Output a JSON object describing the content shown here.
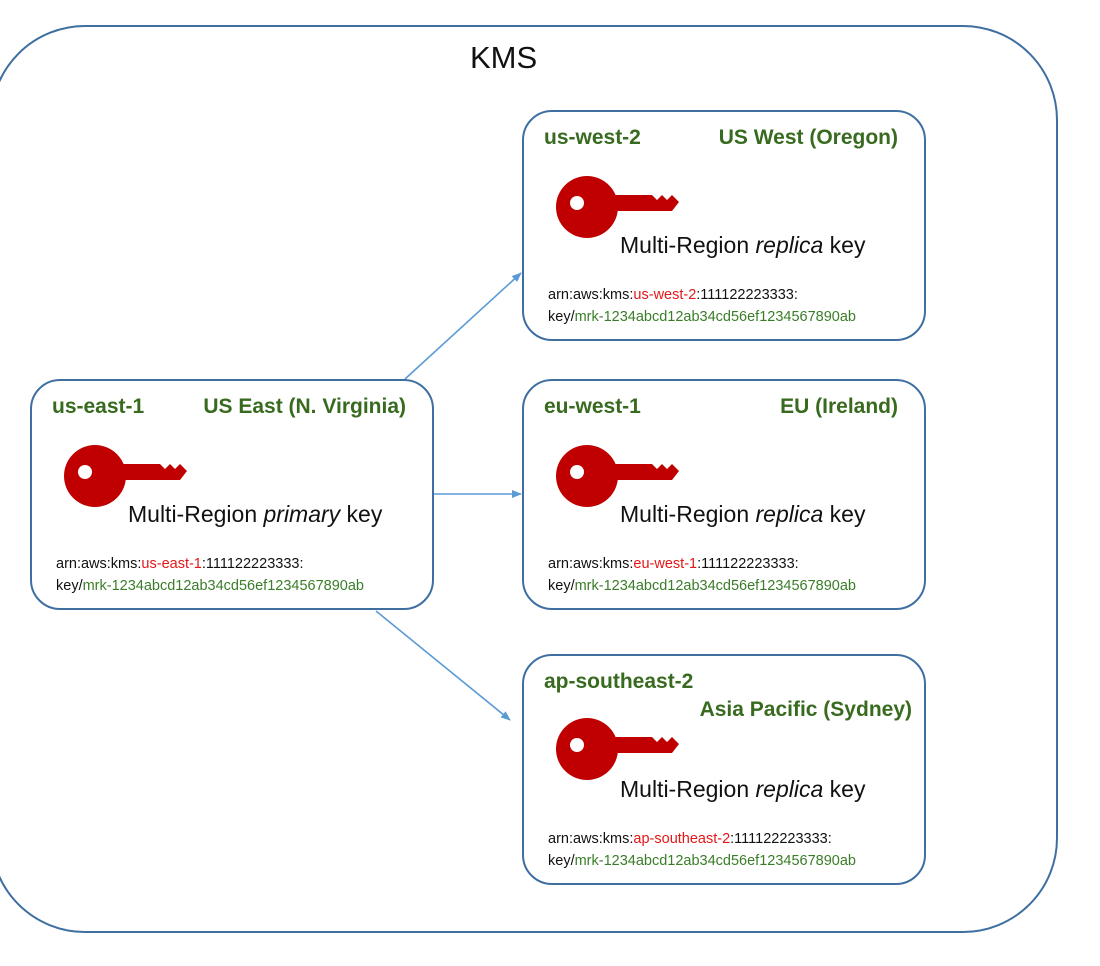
{
  "diagram": {
    "title": "KMS",
    "colors": {
      "border": "#3f6fa1",
      "arrow": "#5b9bd5",
      "key": "#c00000",
      "region_text": "#386b1f",
      "arn_region": "#e51616",
      "arn_key_id": "#3a7d28"
    },
    "regions": [
      {
        "id": "us-east-1",
        "code": "us-east-1",
        "name": "US East (N. Virginia)",
        "icon": "key-icon",
        "key_prefix": "Multi-Region ",
        "key_role": "primary",
        "key_suffix": " key",
        "arn_prefix": "arn:aws:kms:",
        "arn_region": "us-east-1",
        "arn_account": ":111122223333:",
        "arn_key_label": "key/",
        "arn_key_id": "mrk-1234abcd12ab34cd56ef1234567890ab"
      },
      {
        "id": "us-west-2",
        "code": "us-west-2",
        "name": "US West (Oregon)",
        "icon": "key-icon",
        "key_prefix": "Multi-Region ",
        "key_role": "replica",
        "key_suffix": " key",
        "arn_prefix": "arn:aws:kms:",
        "arn_region": "us-west-2",
        "arn_account": ":111122223333:",
        "arn_key_label": "key/",
        "arn_key_id": "mrk-1234abcd12ab34cd56ef1234567890ab"
      },
      {
        "id": "eu-west-1",
        "code": "eu-west-1",
        "name": "EU (Ireland)",
        "icon": "key-icon",
        "key_prefix": "Multi-Region ",
        "key_role": "replica",
        "key_suffix": " key",
        "arn_prefix": "arn:aws:kms:",
        "arn_region": "eu-west-1",
        "arn_account": ":111122223333:",
        "arn_key_label": "key/",
        "arn_key_id": "mrk-1234abcd12ab34cd56ef1234567890ab"
      },
      {
        "id": "ap-southeast-2",
        "code": "ap-southeast-2",
        "name": "Asia Pacific (Sydney)",
        "icon": "key-icon",
        "key_prefix": "Multi-Region ",
        "key_role": "replica",
        "key_suffix": " key",
        "arn_prefix": "arn:aws:kms:",
        "arn_region": "ap-southeast-2",
        "arn_account": ":111122223333:",
        "arn_key_label": "key/",
        "arn_key_id": "mrk-1234abcd12ab34cd56ef1234567890ab"
      }
    ],
    "arrows": [
      {
        "from": "us-east-1",
        "to": "us-west-2"
      },
      {
        "from": "us-east-1",
        "to": "eu-west-1"
      },
      {
        "from": "us-east-1",
        "to": "ap-southeast-2"
      }
    ]
  }
}
